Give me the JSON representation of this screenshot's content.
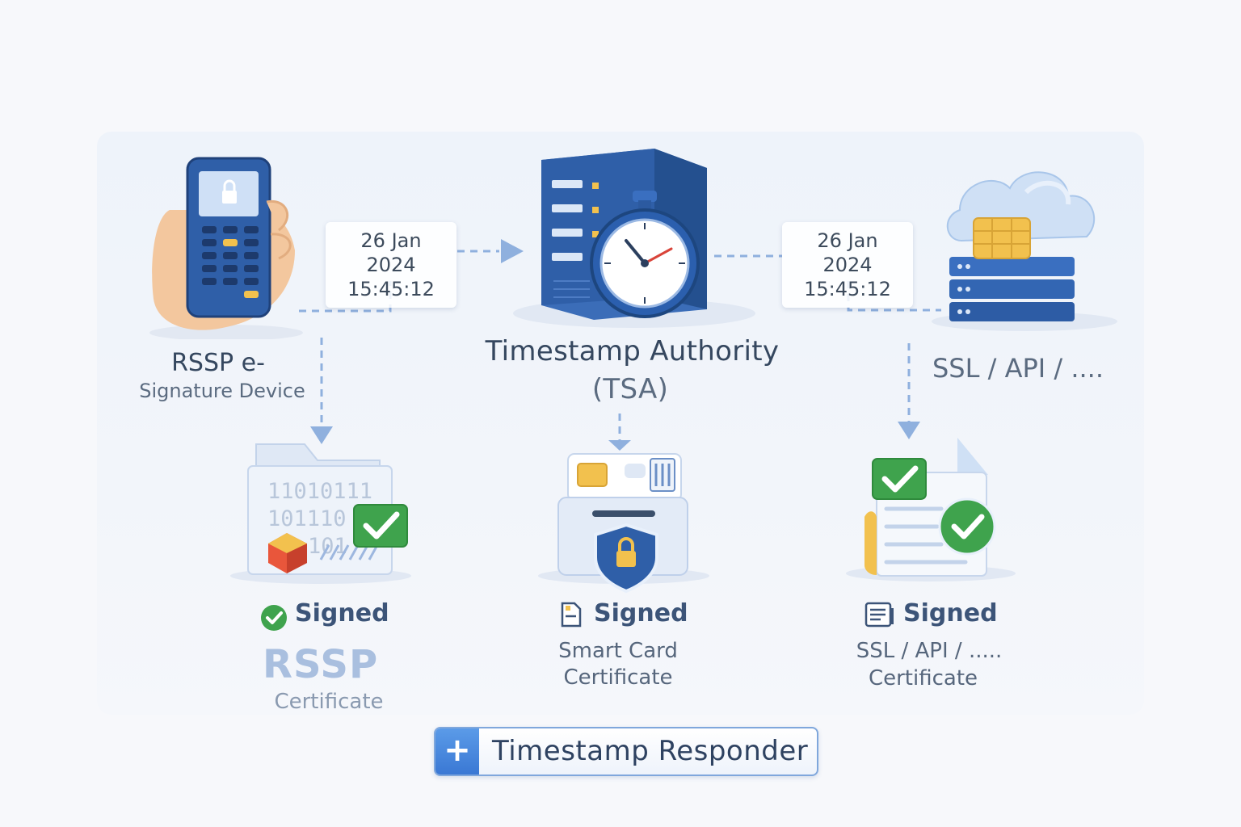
{
  "left_device": {
    "title": "RSSP e-",
    "subtitle": "Signature Device",
    "timestamp_date": "26 Jan 2024",
    "timestamp_time": "15:45:12"
  },
  "center_authority": {
    "title": "Timestamp Authority",
    "subtitle": "(TSA)"
  },
  "right_service": {
    "title": "SSL / API / ....",
    "timestamp_date": "26 Jan 2024",
    "timestamp_time": "15:45:12"
  },
  "binary_lines": [
    "11010111",
    "101110",
    "101"
  ],
  "outputs": [
    {
      "signed": "Signed",
      "line1": "RSSP",
      "line2": "Certificate"
    },
    {
      "signed": "Signed",
      "line1": "Smart Card",
      "line2": "Certificate"
    },
    {
      "signed": "Signed",
      "line1": "SSL / API / .....",
      "line2": "Certificate"
    }
  ],
  "footer": {
    "button_label": "Timestamp Responder",
    "icon": "plus-icon"
  },
  "colors": {
    "accent": "#3a78d4",
    "check": "#3fa34d",
    "chip": "#f2c14e"
  }
}
